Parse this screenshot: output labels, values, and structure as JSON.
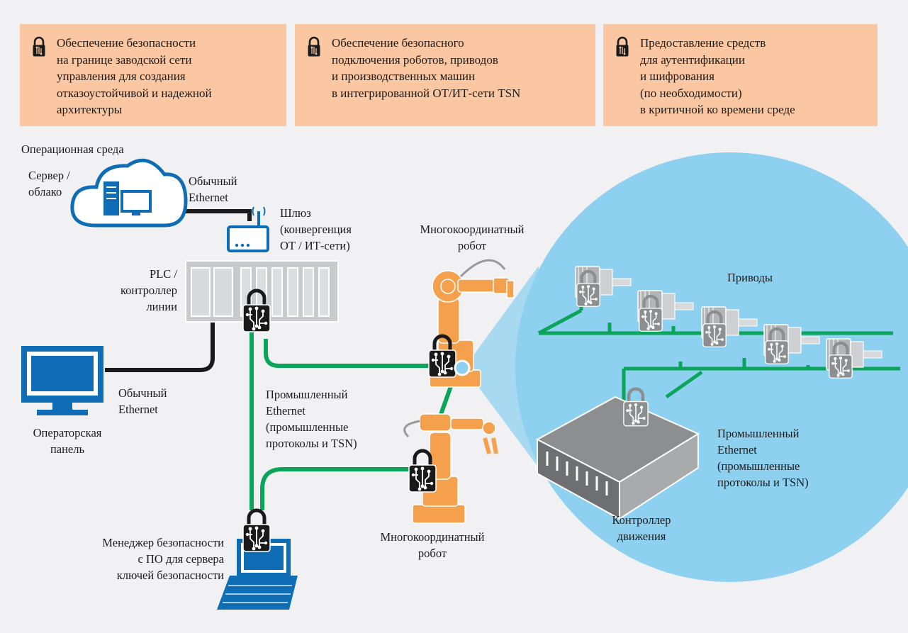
{
  "top_boxes": [
    "Обеспечение безопасности\nна границе заводской сети\nуправления для создания\nотказоустойчивой и надежной\nархитектуры",
    "Обеспечение безопасного\nподключения роботов, приводов\nи производственных машин\nв интегрированной ОТ/ИТ-сети TSN",
    "Предоставление средств\nдля аутентификации\nи шифрования\n(по необходимости)\nв критичной ко времени среде"
  ],
  "labels": {
    "operational_env": "Операционная среда",
    "server_cloud": "Сервер /\nоблако",
    "ethernet_top": "Обычный\nEthernet",
    "gateway": "Шлюз\n(конвергенция\nОТ / ИТ-сети)",
    "plc": "PLC /\nконтроллер\nлинии",
    "robot_top": "Многокоординатный\nробот",
    "ethernet_left": "Обычный\nEthernet",
    "operator_panel": "Операторская\nпанель",
    "industrial_ethernet_mid": "Промышленный\nEthernet\n(промышленные\nпротоколы и TSN)",
    "robot_bottom": "Многокоординатный\nробот",
    "security_manager": "Менеджер безопасности\nс ПО для сервера\nключей безопасности",
    "drives": "Приводы",
    "industrial_ethernet_right": "Промышленный\nEthernet\n(промышленные\nпротоколы и TSN)",
    "motion_controller": "Контроллер\nдвижения"
  },
  "colors": {
    "box_fill": "#fbc7a2",
    "network_green": "#0aa45a",
    "circle_fill": "#8dd0ef",
    "device_blue": "#0f6db5",
    "robot_orange": "#f5a04d",
    "plc_gray": "#c9cacc",
    "lock_black": "#1a1a1a"
  },
  "icons": [
    "padlock-circuit-icon",
    "cloud-server-icon",
    "wifi-router-icon",
    "monitor-icon",
    "laptop-icon",
    "robot-arm-icon",
    "servo-drive-icon",
    "motion-controller-icon"
  ]
}
